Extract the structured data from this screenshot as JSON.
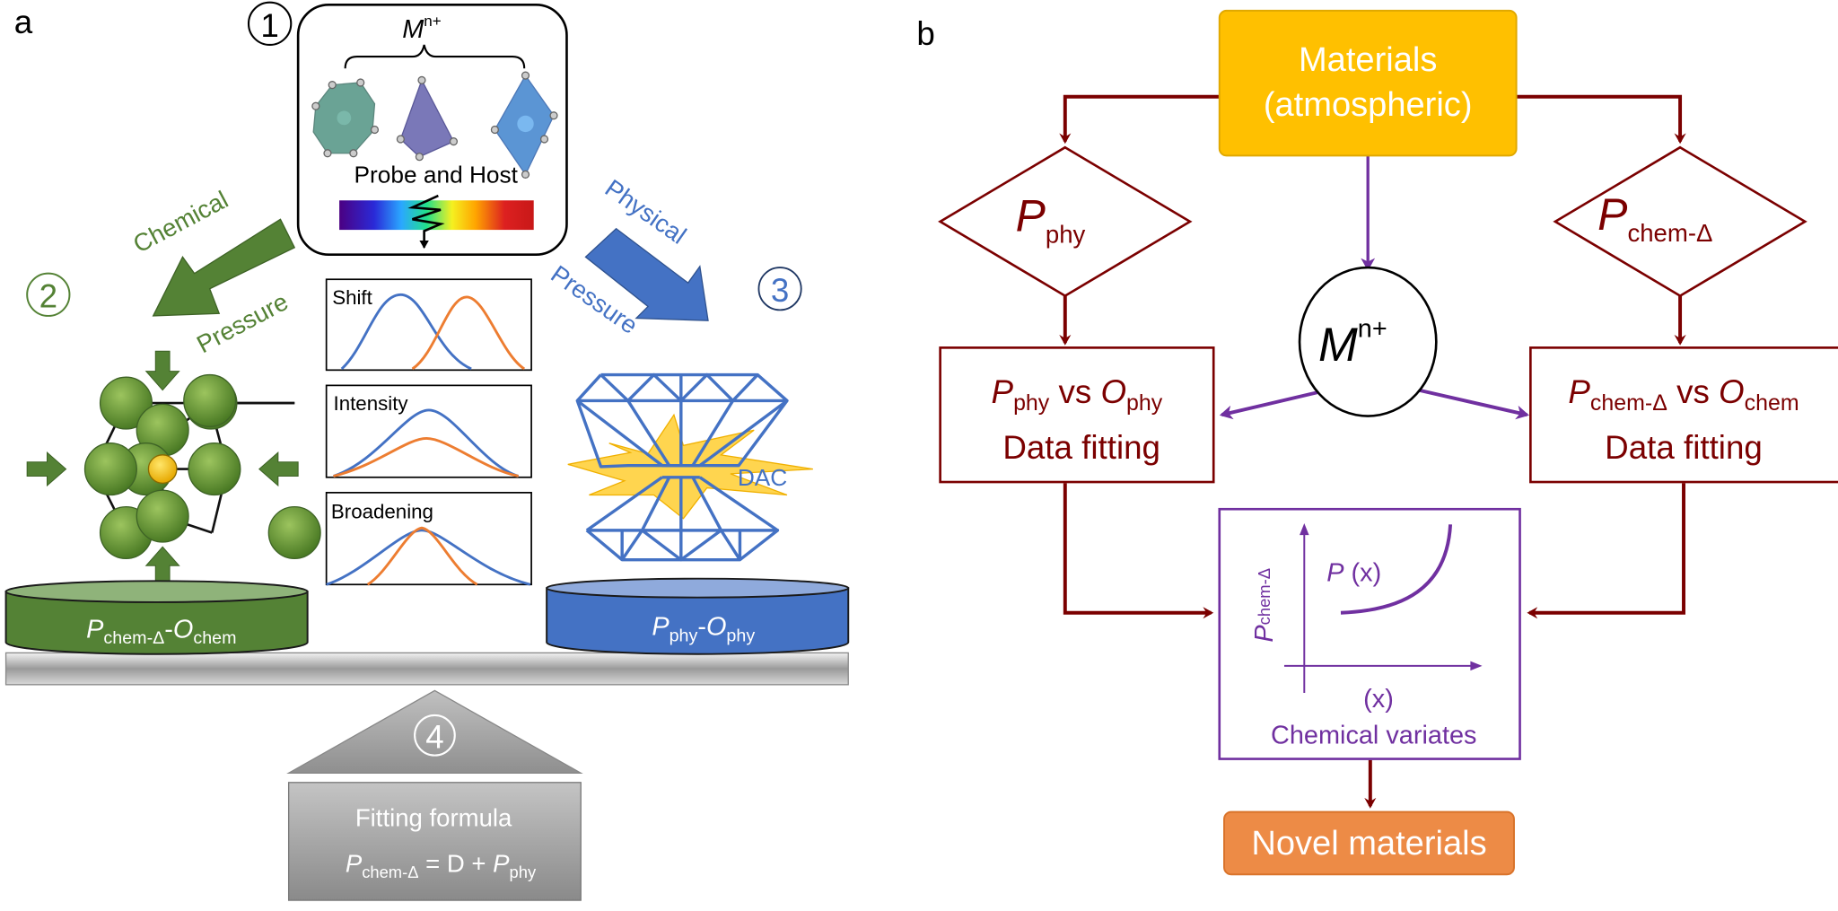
{
  "panel_a": {
    "label": "a",
    "step1": {
      "number": "1",
      "ion_label": "M",
      "ion_sup": "n+",
      "caption": "Probe and Host"
    },
    "step2": {
      "number": "2",
      "arrow_word1": "Chemical",
      "arrow_word2": "Pressure"
    },
    "step3": {
      "number": "3",
      "arrow_word1": "Physical",
      "arrow_word2": "Pressure",
      "dac_label": "DAC"
    },
    "spectra": [
      {
        "label": "Shift"
      },
      {
        "label": "Intensity"
      },
      {
        "label": "Broadening"
      }
    ],
    "chem_platform": {
      "p": "P",
      "p_sub": "chem-Δ",
      "dash": "-",
      "o": "O",
      "o_sub": "chem"
    },
    "phy_platform": {
      "p": "P",
      "p_sub": "phy",
      "dash": "-",
      "o": "O",
      "o_sub": "phy"
    },
    "step4": {
      "number": "4",
      "title": "Fitting formula",
      "formula_p": "P",
      "formula_p_sub": "chem-Δ",
      "formula_mid": " = D + ",
      "formula_p2": "P",
      "formula_p2_sub": "phy"
    }
  },
  "panel_b": {
    "label": "b",
    "materials_line1": "Materials",
    "materials_line2": "(atmospheric)",
    "p_phy": {
      "p": "P",
      "sub": "phy"
    },
    "p_chem": {
      "p": "P",
      "sub": "chem-Δ"
    },
    "ion": {
      "m": "M",
      "sup": "n+"
    },
    "fit_phy": {
      "p": "P",
      "p_sub": "phy",
      "vs": " vs ",
      "o": "O",
      "o_sub": "phy",
      "line2": "Data fitting"
    },
    "fit_chem": {
      "p": "P",
      "p_sub": "chem-Δ",
      "vs": " vs ",
      "o": "O",
      "o_sub": "chem",
      "line2": "Data fitting"
    },
    "plot": {
      "ylabel_p": "P",
      "ylabel_sub": "chem-Δ",
      "curve_p": "P",
      "curve_x": " (x)",
      "xlabel": "(x)",
      "caption": "Chemical variates"
    },
    "novel": "Novel materials"
  },
  "colors": {
    "dark_red": "#7b0000",
    "purple": "#7030a0",
    "gold": "#ffc000",
    "orange": "#ed8b46",
    "green": "#548235",
    "blue": "#4472c4"
  }
}
